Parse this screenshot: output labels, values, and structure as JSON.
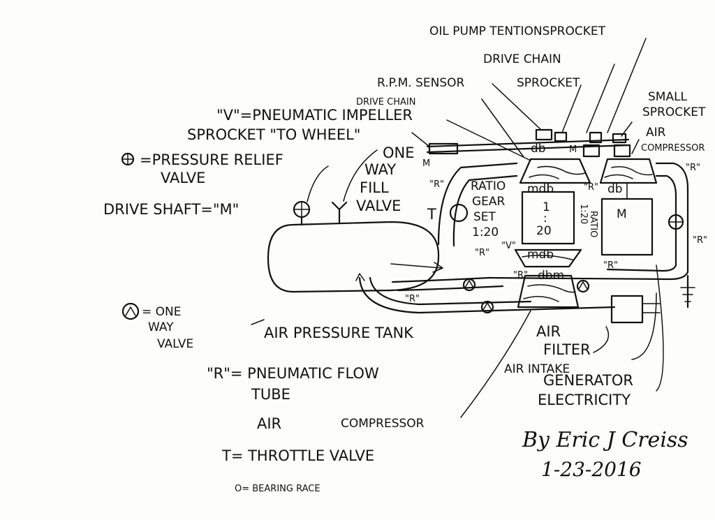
{
  "labels": {
    "oil_pump": "OIL PUMP TENTIONSPROCKET",
    "drive_chain_top": "DRIVE CHAIN",
    "rpm_sensor": "R.P.M. SENSOR",
    "sprocket": "SPROCKET",
    "drive_chain_mid": "DRIVE CHAIN",
    "small_sprocket_1": "SMALL",
    "small_sprocket_2": "SPROCKET",
    "v_impeller": "\"V\"=PNEUMATIC IMPELLER",
    "sprocket_wheel": "SPROCKET \"TO WHEEL\"",
    "air_comp_1": "AIR",
    "air_comp_2": "COMPRESSOR",
    "prv_1": "=PRESSURE RELIEF",
    "prv_2": "VALVE",
    "one_way_fill_1": "ONE",
    "one_way_fill_2": "WAY",
    "one_way_fill_3": "FILL",
    "one_way_fill_4": "VALVE",
    "drive_shaft": "DRIVE SHAFT=\"M\"",
    "ratio_gear_1": "RATIO",
    "ratio_gear_2": "GEAR",
    "ratio_gear_3": "SET",
    "ratio_gear_4": "1:20",
    "ratio_vertical": "RATIO",
    "ratio_vertical_value": "1:20",
    "box_ratio_top": "1",
    "box_ratio_mid": ":",
    "box_ratio_bot": "20",
    "t_mark": "T",
    "one_way_valve_1": "= ONE",
    "one_way_valve_2": "WAY",
    "one_way_valve_3": "VALVE",
    "air_tank": "AIR PRESSURE TANK",
    "air_filter_1": "AIR",
    "air_filter_2": "FILTER",
    "air_intake": "AIR INTAKE",
    "generator_1": "GENERATOR",
    "generator_2": "ELECTRICITY",
    "flow_tube_1": "\"R\"= PNEUMATIC FLOW",
    "flow_tube_2": "TUBE",
    "air_compressor_bottom_1": "AIR",
    "air_compressor_bottom_2": "COMPRESSOR",
    "throttle": "T= THROTTLE VALVE",
    "bearing": "O= BEARING RACE",
    "r_mark": "\"R\"",
    "v_mark": "\"V\"",
    "m_mark": "M",
    "db_mark": "db",
    "mdb_mark": "mdb",
    "dbm_mark": "dbm"
  },
  "signature": {
    "name": "By Eric J Creiss",
    "date": "1-23-2016"
  }
}
